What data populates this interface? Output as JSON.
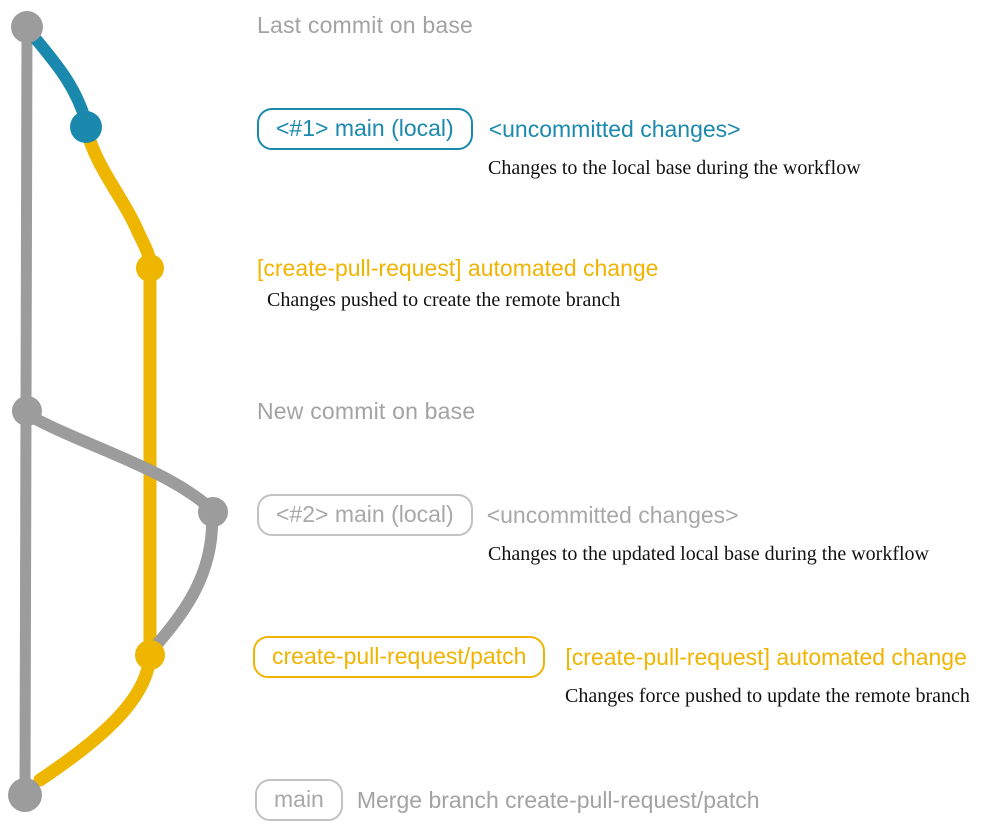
{
  "colors": {
    "gray_line": "#9c9c9c",
    "gray_text": "#a3a3a3",
    "blue": "#1b88ae",
    "yellow": "#eeb600"
  },
  "graph": {
    "base_branch_commits": [
      "last-commit-on-base",
      "new-commit-on-base",
      "merge-commit"
    ],
    "local_branch_commits": [
      "uncommitted-1",
      "uncommitted-2"
    ],
    "remote_branch_commits": [
      "automated-change-1",
      "automated-change-2"
    ]
  },
  "annotations": {
    "last_commit": "Last commit on base",
    "new_commit": "New commit on base",
    "row1": {
      "badge": "<#1> main (local)",
      "status": "<uncommitted changes>",
      "desc": "Changes to the local base during the workflow"
    },
    "row2": {
      "title": "[create-pull-request] automated change",
      "desc": "Changes pushed to create the remote branch"
    },
    "row3": {
      "badge": "<#2> main (local)",
      "status": "<uncommitted changes>",
      "desc": "Changes to the updated local base during the workflow"
    },
    "row4": {
      "badge": "create-pull-request/patch",
      "title": "[create-pull-request] automated change",
      "desc": "Changes force pushed to update the remote branch"
    },
    "row5": {
      "badge": "main",
      "desc": "Merge branch create-pull-request/patch"
    }
  }
}
